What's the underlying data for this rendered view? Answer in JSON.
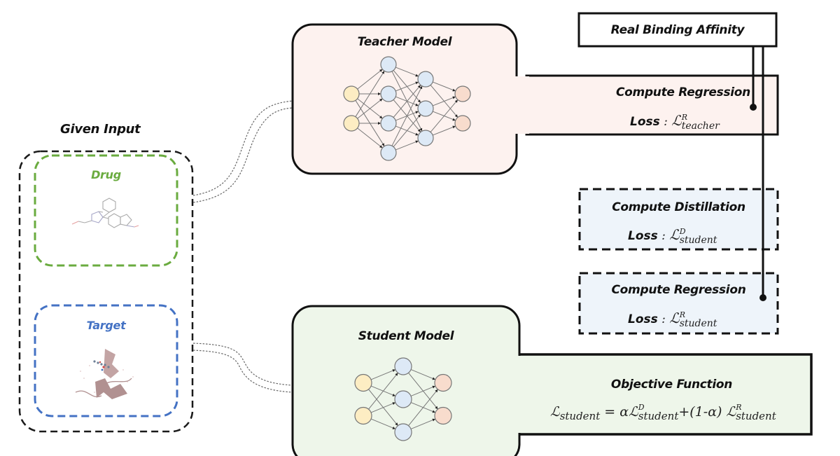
{
  "colors": {
    "teacher_bg": "#fdf2ef",
    "student_bg": "#eef6ea",
    "loss_bg": "#eef4fa",
    "drug_green": "#6aab3f",
    "target_blue": "#4472c4",
    "input_node": "#fdedc3",
    "hidden_node": "#dde9f6",
    "output_node": "#f8dccd"
  },
  "given_input": {
    "title": "Given Input",
    "drug": {
      "label": "Drug",
      "icon": "molecule-structure-icon"
    },
    "target": {
      "label": "Target",
      "icon": "protein-structure-icon"
    }
  },
  "teacher": {
    "title": "Teacher Model",
    "network_layers": [
      2,
      4,
      3,
      2
    ],
    "loss_box": {
      "title": "Compute Regression",
      "loss_prefix": "Loss",
      "symbol": "ℒ",
      "sup": "R",
      "sub": "teacher"
    }
  },
  "real_affinity": {
    "label": "Real Binding Affinity"
  },
  "distillation_loss": {
    "title": "Compute Distillation",
    "loss_prefix": "Loss",
    "symbol": "ℒ",
    "sup": "D",
    "sub": "student"
  },
  "student_regression_loss": {
    "title": "Compute Regression",
    "loss_prefix": "Loss",
    "symbol": "ℒ",
    "sup": "R",
    "sub": "student"
  },
  "student": {
    "title": "Student Model",
    "network_layers": [
      2,
      3,
      2
    ]
  },
  "objective": {
    "title": "Objective Function",
    "lhs_symbol": "ℒ",
    "lhs_sub": "student",
    "equals": "=",
    "alpha": "α",
    "term1_sup": "D",
    "term1_sub": "student",
    "middle": "+(1-α)",
    "term2_sup": "R",
    "term2_sub": "student"
  }
}
